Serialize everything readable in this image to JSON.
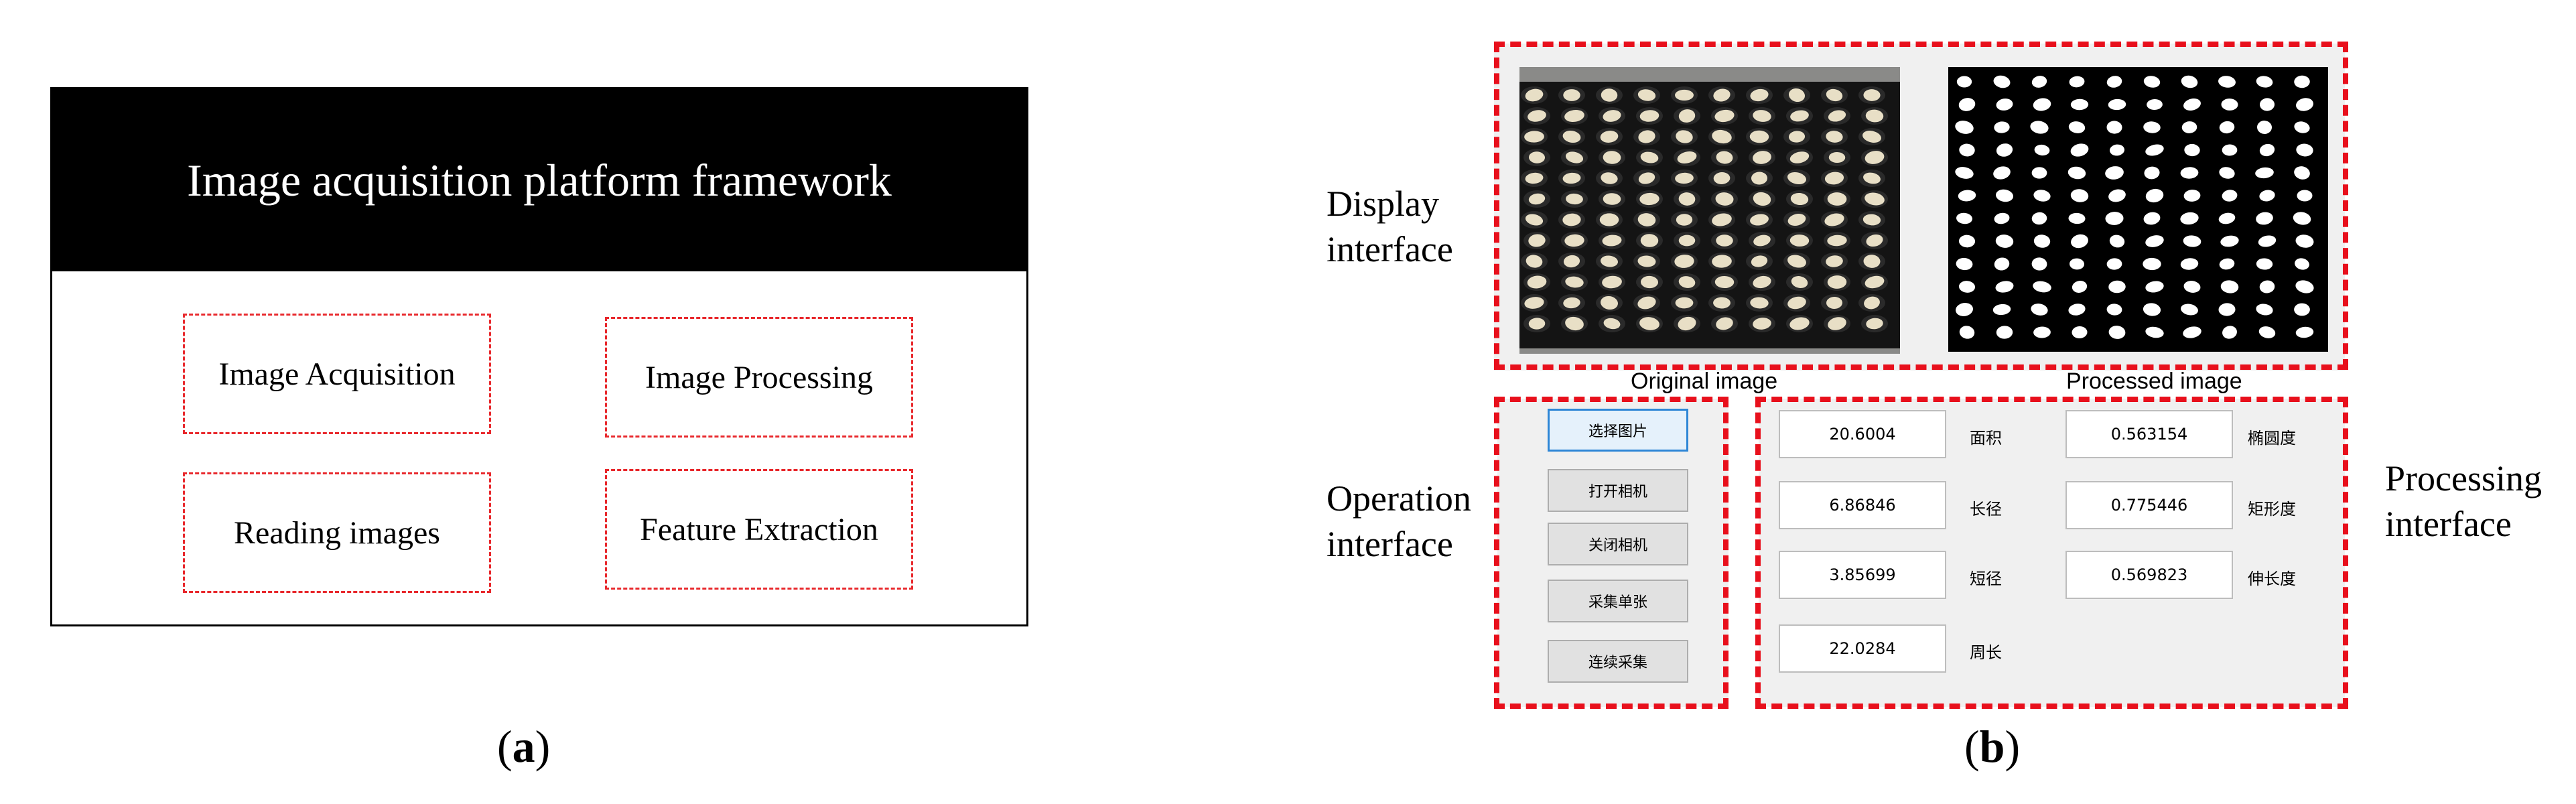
{
  "panel_a": {
    "header": "Image acquisition platform framework",
    "boxes": [
      "Image Acquisition",
      "Image Processing",
      "Reading images",
      "Feature Extraction"
    ],
    "caption_open": "(",
    "caption_letter": "a",
    "caption_close": ")"
  },
  "panel_b": {
    "labels": {
      "display_1": "Display",
      "display_2": "interface",
      "operation_1": "Operation",
      "operation_2": "interface",
      "processing_1": "Processing",
      "processing_2": "interface"
    },
    "image_captions": [
      "Original image",
      "Processed image"
    ],
    "buttons": [
      "选择图片",
      "打开相机",
      "关闭相机",
      "采集单张",
      "连续采集"
    ],
    "measures": [
      {
        "value": "20.6004",
        "label": "面积"
      },
      {
        "value": "6.86846",
        "label": "长径"
      },
      {
        "value": "3.85699",
        "label": "短径"
      },
      {
        "value": "22.0284",
        "label": "周长"
      },
      {
        "value": "0.563154",
        "label": "椭圆度"
      },
      {
        "value": "0.775446",
        "label": "矩形度"
      },
      {
        "value": "0.569823",
        "label": "伸长度"
      }
    ],
    "caption_open": "(",
    "caption_letter": "b",
    "caption_close": ")"
  }
}
